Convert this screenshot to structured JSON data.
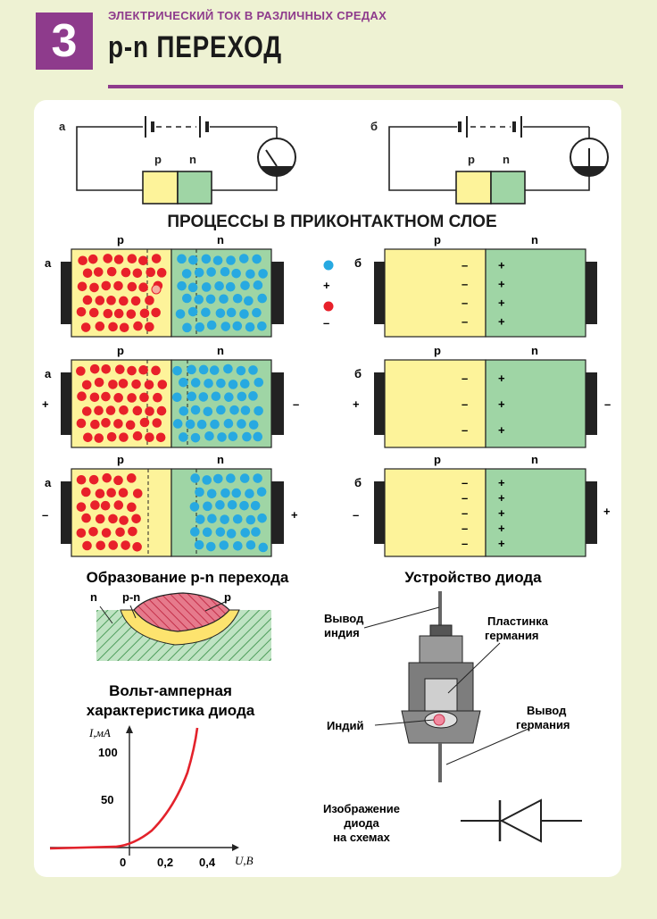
{
  "header": {
    "number": "3",
    "section": "ЭЛЕКТРИЧЕСКИЙ ТОК В РАЗЛИЧНЫХ СРЕДАХ",
    "title": "p-n ПЕРЕХОД"
  },
  "circuits": {
    "label_a": "а",
    "label_b": "б",
    "p": "p",
    "n": "n"
  },
  "processes": {
    "title": "ПРОЦЕССЫ В ПРИКОНТАКТНОМ СЛОЕ",
    "p": "p",
    "n": "n",
    "a": "а",
    "b": "б",
    "plus": "+",
    "minus": "–",
    "legend": {
      "plus": "+",
      "minus": "–"
    }
  },
  "formation": {
    "title": "Образование p-n перехода",
    "n": "n",
    "pn": "p-n",
    "p": "p"
  },
  "diode": {
    "title": "Устройство диода",
    "lead_indium": [
      "Вывод",
      "индия"
    ],
    "plate_germanium": [
      "Пластинка",
      "германия"
    ],
    "indium": "Индий",
    "lead_germanium": [
      "Вывод",
      "германия"
    ],
    "symbol_caption": [
      "Изображение",
      "диода",
      "на схемах"
    ]
  },
  "iv": {
    "title_line1": "Вольт-амперная",
    "title_line2": "характеристика диода",
    "ylabel": "I,мА",
    "xlabel": "U,В",
    "yticks": [
      "100",
      "50"
    ],
    "xticks": [
      "0",
      "0,2",
      "0,4"
    ]
  },
  "colors": {
    "accent": "#8e3b8c",
    "p_region": "#fdf39a",
    "n_region": "#9fd5a5",
    "holes": "#e8202a",
    "electrons": "#27a9e1",
    "curve": "#e3222b"
  }
}
